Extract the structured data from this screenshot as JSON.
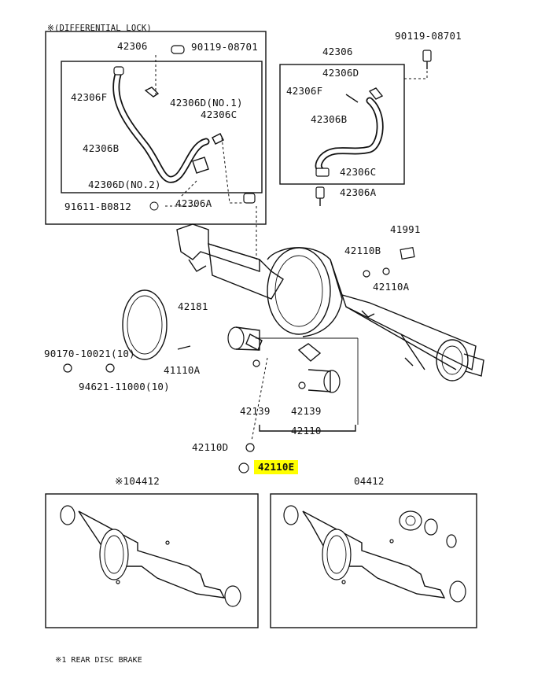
{
  "colors": {
    "line": "#111111",
    "highlight": "#ffff00",
    "background": "#ffffff"
  },
  "boxes": {
    "diff_lock_title": "※(DIFFERENTIAL LOCK)"
  },
  "labels": {
    "l42306_a": "42306",
    "l90119_a": "90119-08701",
    "l42306F_a": "42306F",
    "l42306D1": "42306D(NO.1)",
    "l42306C_a": "42306C",
    "l42306B_a": "42306B",
    "l42306D2": "42306D(NO.2)",
    "l91611": "91611-B0812",
    "l42306A_a": "42306A",
    "l90119_b": "90119-08701",
    "l42306_b": "42306",
    "l42306D_b": "42306D",
    "l42306F_b": "42306F",
    "l42306B_b": "42306B",
    "l42306C_b": "42306C",
    "l42306A_b": "42306A",
    "l41991": "41991",
    "l42110B": "42110B",
    "l42110A": "42110A",
    "l42181": "42181",
    "l90170": "90170-10021(10)",
    "l41110A": "41110A",
    "l94621": "94621-11000(10)",
    "l42139_a": "42139",
    "l42139_b": "42139",
    "l42110": "42110",
    "l42110D": "42110D",
    "l42110E": "42110E",
    "l104412": "※104412",
    "l04412": "04412",
    "footnote": "※1 REAR DISC BRAKE"
  }
}
